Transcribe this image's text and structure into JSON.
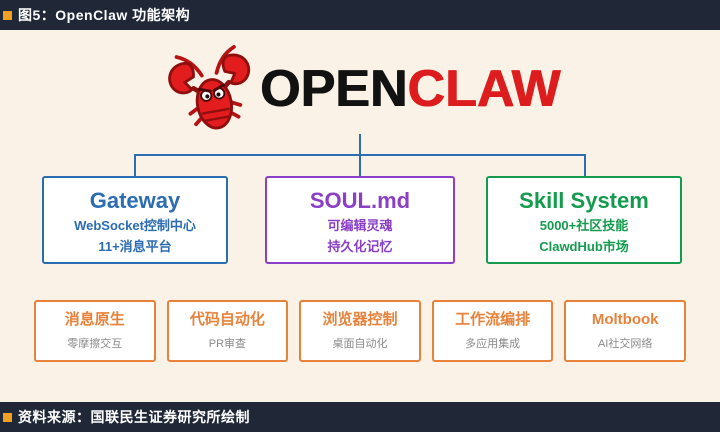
{
  "header": {
    "title": "图5：OpenClaw 功能架构"
  },
  "footer": {
    "source": "资料来源：国联民生证券研究所绘制"
  },
  "logo": {
    "open": "OPEN",
    "claw": "CLAW",
    "mascot_icon": "lobster-icon"
  },
  "modules": [
    {
      "title": "Gateway",
      "line1": "WebSocket控制中心",
      "line2": "11+消息平台",
      "color": "#2B6CB3"
    },
    {
      "title": "SOUL.md",
      "line1": "可编辑灵魂",
      "line2": "持久化记忆",
      "color": "#8A3FC6"
    },
    {
      "title": "Skill System",
      "line1": "5000+社区技能",
      "line2": "ClawdHub市场",
      "color": "#149B4E"
    }
  ],
  "features": [
    {
      "title": "消息原生",
      "subtitle": "零摩擦交互"
    },
    {
      "title": "代码自动化",
      "subtitle": "PR审查"
    },
    {
      "title": "浏览器控制",
      "subtitle": "桌面自动化"
    },
    {
      "title": "工作流编排",
      "subtitle": "多应用集成"
    },
    {
      "title": "Moltbook",
      "subtitle": "AI社交网络"
    }
  ],
  "colors": {
    "background": "#FAF2E7",
    "bar": "#202838",
    "bar_accent": "#F2A024",
    "logo_red": "#DD1D1D",
    "logo_black": "#121212",
    "connector": "#2B6CB3",
    "feature_orange": "#E8823B",
    "feature_subtitle_gray": "#8A8A8A"
  }
}
